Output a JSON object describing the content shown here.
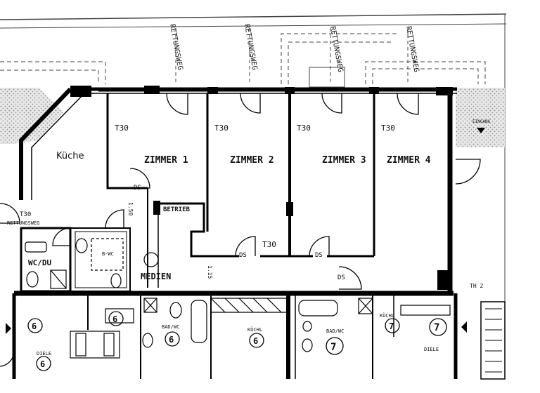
{
  "plan": {
    "rooms": [
      {
        "id": "kuche",
        "label": "Küche"
      },
      {
        "id": "zimmer1",
        "label": "ZIMMER 1"
      },
      {
        "id": "zimmer2",
        "label": "ZIMMER 2"
      },
      {
        "id": "zimmer3",
        "label": "ZIMMER 3"
      },
      {
        "id": "zimmer4",
        "label": "ZIMMER 4"
      },
      {
        "id": "wcdu",
        "label": "WC/DU"
      },
      {
        "id": "medien",
        "label": "MEDIEN"
      },
      {
        "id": "betrieb",
        "label": "BETRIEB"
      },
      {
        "id": "rettungsweg_left",
        "label": "RETTUNGSWEG"
      },
      {
        "id": "th2",
        "label": "TH 2"
      },
      {
        "id": "diele_left",
        "label": "DIELE"
      },
      {
        "id": "diele_right",
        "label": "DIELE"
      },
      {
        "id": "badwc_left",
        "label": "BAD/WC"
      },
      {
        "id": "badwc_right",
        "label": "BAD/WC"
      },
      {
        "id": "kuchl",
        "label": "KÜCHL"
      },
      {
        "id": "kuchl2",
        "label": "KÜCHL"
      },
      {
        "id": "bwc_small",
        "label": "B-WC"
      }
    ],
    "door_tags": {
      "t30": "T30",
      "ds": "DS"
    },
    "escape_routes": [
      "RETTUNGSWEG",
      "RETTUNGSWEG",
      "RETTUNGSWEG",
      "RETTUNGSWEG"
    ],
    "dimensions": [
      "1.50",
      "1.15"
    ],
    "unit_markers": [
      "6",
      "6",
      "6",
      "6",
      "6",
      "7",
      "7",
      "7"
    ],
    "entry_label": "EINGANG"
  }
}
